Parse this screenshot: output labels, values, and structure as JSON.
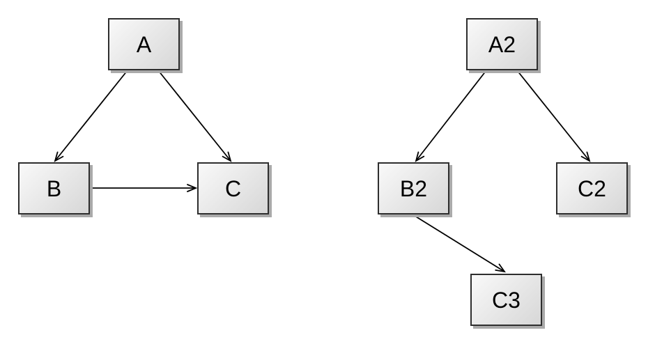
{
  "styles": {
    "background": "#ffffff",
    "node_fill_light": "#f9f9f9",
    "node_fill_dark": "#d7d7d7",
    "node_border": "#2e2e2e",
    "node_shadow": "#aaaaaa",
    "edge_color": "#000000"
  },
  "diagrams": [
    {
      "name": "left-triangle-graph",
      "nodes": [
        {
          "id": "A",
          "label": "A"
        },
        {
          "id": "B",
          "label": "B"
        },
        {
          "id": "C",
          "label": "C"
        }
      ],
      "edges": [
        {
          "from": "A",
          "to": "B"
        },
        {
          "from": "A",
          "to": "C"
        },
        {
          "from": "B",
          "to": "C"
        }
      ]
    },
    {
      "name": "right-tree-graph",
      "nodes": [
        {
          "id": "A2",
          "label": "A2"
        },
        {
          "id": "B2",
          "label": "B2"
        },
        {
          "id": "C2",
          "label": "C2"
        },
        {
          "id": "C3",
          "label": "C3"
        }
      ],
      "edges": [
        {
          "from": "A2",
          "to": "B2"
        },
        {
          "from": "A2",
          "to": "C2"
        },
        {
          "from": "B2",
          "to": "C3"
        }
      ]
    }
  ]
}
